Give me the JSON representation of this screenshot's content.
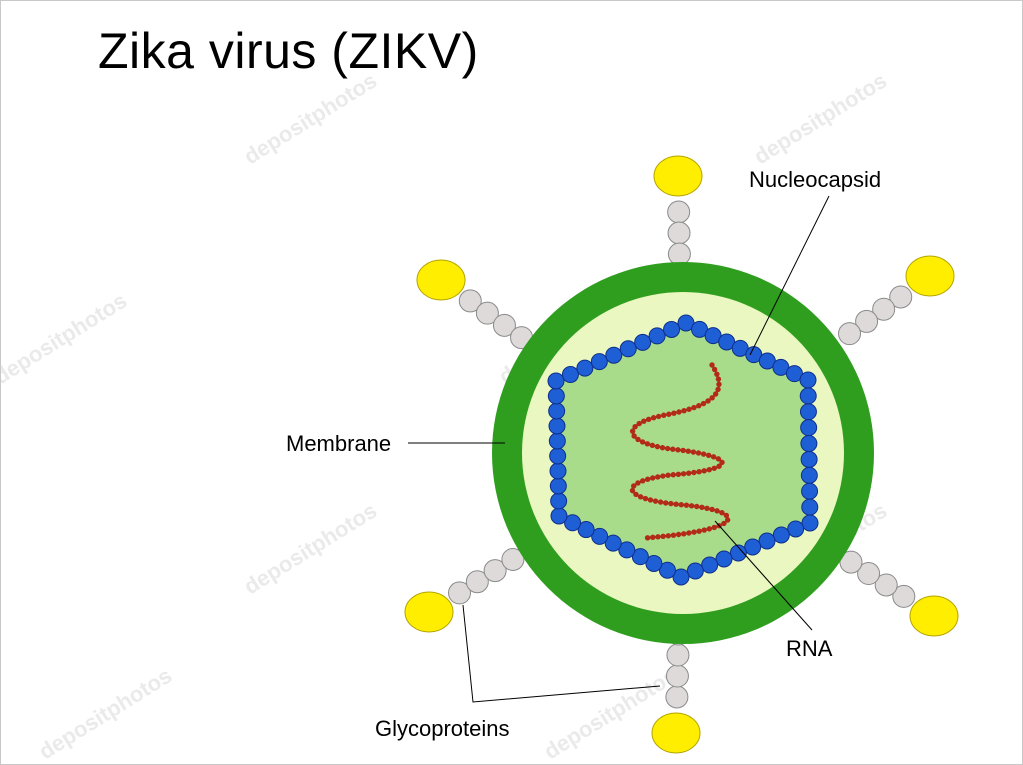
{
  "title": "Zika virus (ZIKV)",
  "labels": {
    "nucleocapsid": "Nucleocapsid",
    "membrane": "Membrane",
    "rna": "RNA",
    "glycoproteins": "Glycoproteins"
  },
  "watermark": "depositphotos",
  "colors": {
    "membrane": "#2f9e1f",
    "inner_space": "#eaf7c0",
    "capsid_fill": "#a8dc8a",
    "capsid_beads": "#1f5fd6",
    "rna": "#b22a18",
    "glycoprotein_head": "#ffee00",
    "glycoprotein_stalk": "#dedada"
  }
}
